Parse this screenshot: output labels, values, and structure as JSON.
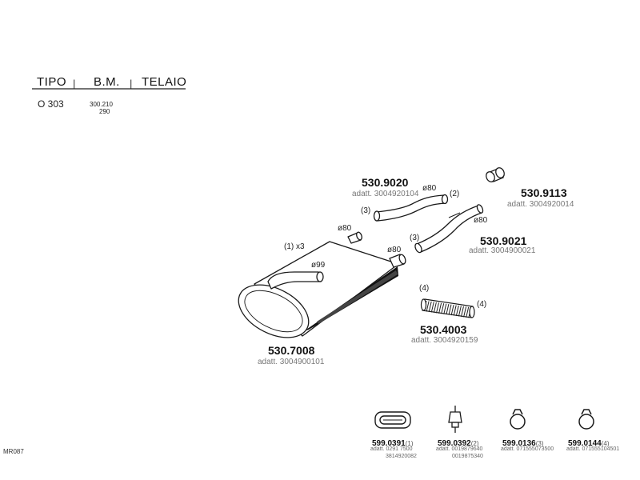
{
  "header": {
    "col_tipo": "TIPO",
    "col_bm": "B.M.",
    "col_telaio": "TELAIO",
    "separator": "|",
    "row_tipo": "O 303",
    "row_bm_1": "300.210",
    "row_bm_2": "290"
  },
  "parts": {
    "p9020": {
      "number": "530.9020",
      "adatt": "adatt. 3004920104"
    },
    "p9113": {
      "number": "530.9113",
      "adatt": "adatt. 3004920014"
    },
    "p9021": {
      "number": "530.9021",
      "adatt": "adatt. 3004900021"
    },
    "p4003": {
      "number": "530.4003",
      "adatt": "adatt. 3004920159"
    },
    "p7008": {
      "number": "530.7008",
      "adatt": "adatt. 3004900101"
    }
  },
  "callouts": {
    "c1": "(1) x3",
    "c2": "(2)",
    "c3a": "(3)",
    "c3b": "(3)",
    "c4a": "(4)",
    "c4b": "(4)"
  },
  "diameters": {
    "d80_a": "ø80",
    "d80_b": "ø80",
    "d80_c": "ø80",
    "d80_d": "ø80",
    "d99": "ø99"
  },
  "accessories": [
    {
      "number": "599.0391",
      "qty": "(1)",
      "adatt_1": "adatt. 0291 7500",
      "adatt_2": "3814920082"
    },
    {
      "number": "599.0392",
      "qty": "(2)",
      "adatt_1": "adatt. 0019879640",
      "adatt_2": "0019875340"
    },
    {
      "number": "599.0136",
      "qty": "(3)",
      "adatt_1": "adatt. 071555073500",
      "adatt_2": ""
    },
    {
      "number": "599.0144",
      "qty": "(4)",
      "adatt_1": "adatt. 071555104501",
      "adatt_2": ""
    }
  ],
  "footer_code": "MR087"
}
